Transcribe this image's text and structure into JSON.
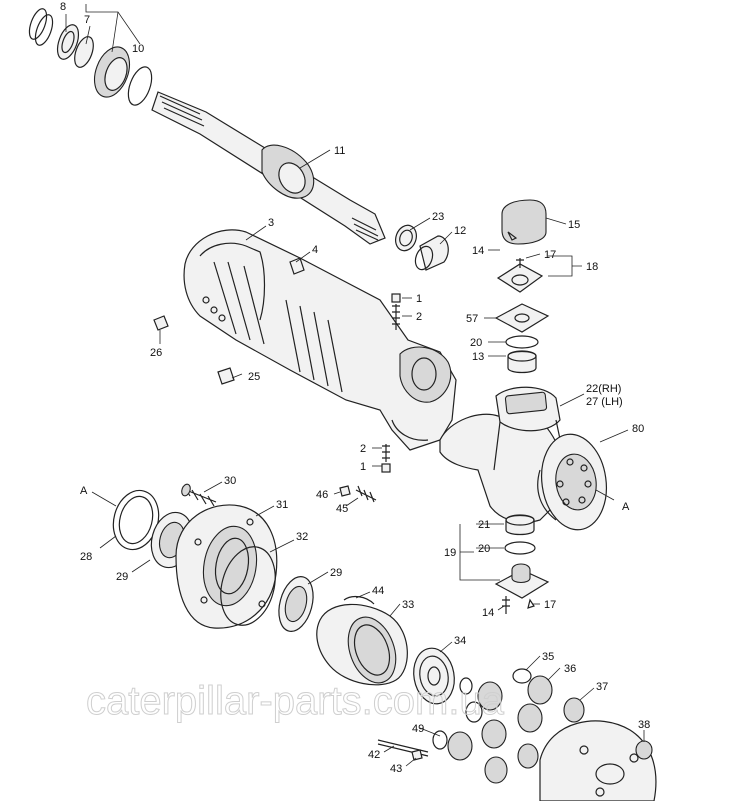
{
  "callouts": [
    {
      "id": "c8",
      "text": "8"
    },
    {
      "id": "c7",
      "text": "7"
    },
    {
      "id": "c10",
      "text": "10"
    },
    {
      "id": "c11",
      "text": "11"
    },
    {
      "id": "c3",
      "text": "3"
    },
    {
      "id": "c4",
      "text": "4"
    },
    {
      "id": "c23",
      "text": "23"
    },
    {
      "id": "c12",
      "text": "12"
    },
    {
      "id": "c15",
      "text": "15"
    },
    {
      "id": "c14a",
      "text": "14"
    },
    {
      "id": "c17a",
      "text": "17"
    },
    {
      "id": "c18",
      "text": "18"
    },
    {
      "id": "c1a",
      "text": "1"
    },
    {
      "id": "c2a",
      "text": "2"
    },
    {
      "id": "c57",
      "text": "57"
    },
    {
      "id": "c20a",
      "text": "20"
    },
    {
      "id": "c13",
      "text": "13"
    },
    {
      "id": "c26",
      "text": "26"
    },
    {
      "id": "c25",
      "text": "25"
    },
    {
      "id": "c22",
      "text": "22(RH)"
    },
    {
      "id": "c27",
      "text": "27 (LH)"
    },
    {
      "id": "c80",
      "text": "80"
    },
    {
      "id": "c2b",
      "text": "2"
    },
    {
      "id": "c1b",
      "text": "1"
    },
    {
      "id": "cA1",
      "text": "A"
    },
    {
      "id": "c30",
      "text": "30"
    },
    {
      "id": "c46",
      "text": "46"
    },
    {
      "id": "c45",
      "text": "45"
    },
    {
      "id": "cA2",
      "text": "A"
    },
    {
      "id": "c31",
      "text": "31"
    },
    {
      "id": "c21",
      "text": "21"
    },
    {
      "id": "c28",
      "text": "28"
    },
    {
      "id": "c32",
      "text": "32"
    },
    {
      "id": "c19",
      "text": "19"
    },
    {
      "id": "c20b",
      "text": "20"
    },
    {
      "id": "c29a",
      "text": "29"
    },
    {
      "id": "c29b",
      "text": "29"
    },
    {
      "id": "c44",
      "text": "44"
    },
    {
      "id": "c33",
      "text": "33"
    },
    {
      "id": "c14b",
      "text": "14"
    },
    {
      "id": "c17b",
      "text": "17"
    },
    {
      "id": "c34",
      "text": "34"
    },
    {
      "id": "c35",
      "text": "35"
    },
    {
      "id": "c36",
      "text": "36"
    },
    {
      "id": "c37",
      "text": "37"
    },
    {
      "id": "c49",
      "text": "49"
    },
    {
      "id": "c38",
      "text": "38"
    },
    {
      "id": "c42",
      "text": "42"
    },
    {
      "id": "c43",
      "text": "43"
    }
  ],
  "watermark": "caterpillar-parts.com.ua"
}
